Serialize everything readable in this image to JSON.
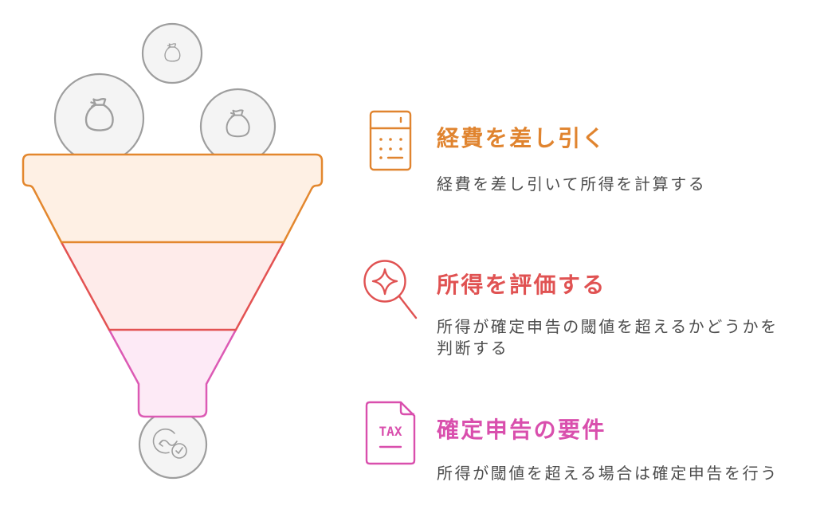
{
  "diagram": {
    "type": "funnel",
    "inputs": [
      {
        "icon": "money-bag-icon",
        "position": "top-center"
      },
      {
        "icon": "money-bag-icon",
        "position": "top-left"
      },
      {
        "icon": "money-bag-icon",
        "position": "top-right"
      }
    ],
    "output": {
      "icon": "money-cycle-check-icon",
      "position": "bottom"
    },
    "funnel_stages": [
      {
        "index": 1,
        "fill": "#FEF0E4",
        "stroke": "#E3872E"
      },
      {
        "index": 2,
        "fill": "#FEEBEA",
        "stroke": "#E35252"
      },
      {
        "index": 3,
        "fill": "#FDEAF6",
        "stroke": "#DC5AB4"
      }
    ],
    "steps": [
      {
        "title": "経費を差し引く",
        "description": "経費を差し引いて所得を計算する",
        "icon": "calculator-icon",
        "color": "#E0842F"
      },
      {
        "title": "所得を評価する",
        "description": "所得が確定申告の閾値を超えるかどうかを判断する",
        "icon": "magnifier-sparkle-icon",
        "color": "#E05252"
      },
      {
        "title": "確定申告の要件",
        "description": "所得が閾値を超える場合は確定申告を行う",
        "icon": "tax-document-icon",
        "color": "#D94FAD"
      }
    ],
    "tax_icon_label": "TAX"
  },
  "colors": {
    "circle_fill": "#F4F4F4",
    "circle_stroke": "#9E9E9E",
    "body_text": "#4D4D4D"
  }
}
